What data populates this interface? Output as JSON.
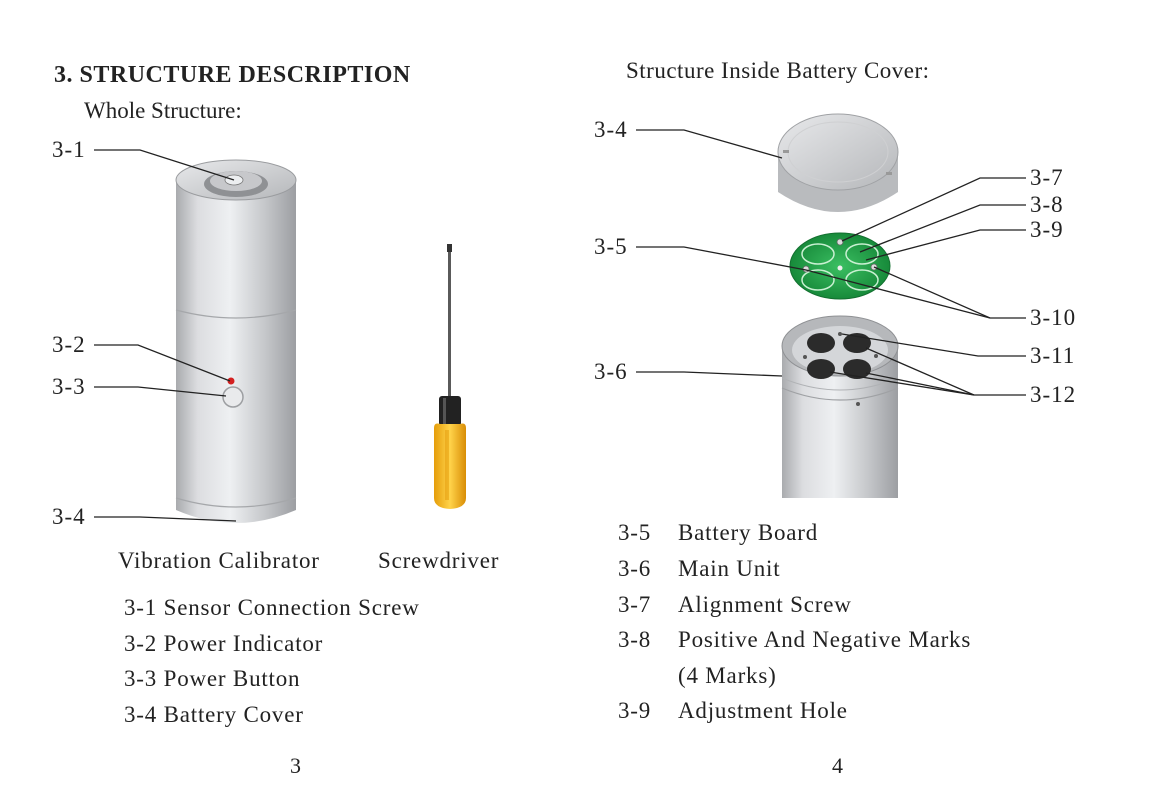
{
  "left_page": {
    "heading": "3. STRUCTURE DESCRIPTION",
    "subheading": "Whole Structure:",
    "callouts": [
      "3-1",
      "3-2",
      "3-3",
      "3-4"
    ],
    "captions": {
      "calibrator": "Vibration Calibrator",
      "screwdriver": "Screwdriver"
    },
    "legend": [
      "3-1 Sensor Connection Screw",
      "3-2 Power Indicator",
      "3-3 Power Button",
      "3-4 Battery Cover"
    ],
    "page_number": "3"
  },
  "right_page": {
    "heading": "Structure Inside Battery Cover:",
    "callouts_left": [
      "3-4",
      "3-5",
      "3-6"
    ],
    "callouts_right": [
      "3-7",
      "3-8",
      "3-9",
      "3-10",
      "3-11",
      "3-12"
    ],
    "legend": [
      {
        "code": "3-5",
        "text": "Battery Board"
      },
      {
        "code": "3-6",
        "text": "Main Unit"
      },
      {
        "code": "3-7",
        "text": "Alignment Screw"
      },
      {
        "code": "3-8",
        "text": "Positive And Negative Marks"
      },
      {
        "code": "",
        "text": "(4 Marks)"
      },
      {
        "code": "3-9",
        "text": "Adjustment Hole"
      }
    ],
    "page_number": "4"
  },
  "colors": {
    "aluminum": "#c9cacc",
    "pcb_green": "#1f9a45",
    "screwdriver_handle": "#f2b21c",
    "power_led": "#d42020"
  }
}
